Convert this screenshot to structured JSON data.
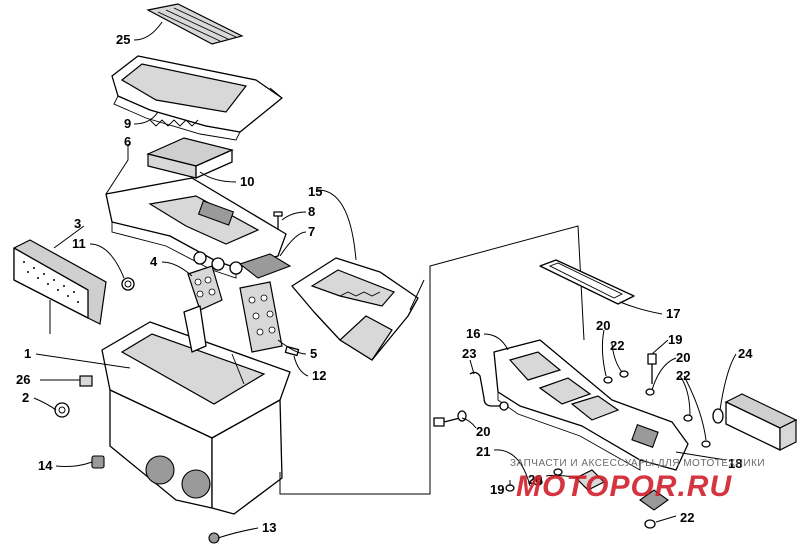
{
  "callouts": {
    "c25": "25",
    "c9": "9",
    "c6": "6",
    "c10": "10",
    "c15": "15",
    "c8": "8",
    "c7": "7",
    "c3": "3",
    "c11": "11",
    "c4": "4",
    "c5": "5",
    "c12": "12",
    "c1": "1",
    "c26": "26",
    "c2": "2",
    "c14": "14",
    "c13": "13",
    "c17": "17",
    "c16": "16",
    "c23": "23",
    "c20a": "20",
    "c22a": "22",
    "c19a": "19",
    "c20b": "20",
    "c24": "24",
    "c22b": "22",
    "c20c": "20",
    "c21": "21",
    "c18": "18",
    "c19b": "19",
    "c20d": "20",
    "c22c": "22"
  },
  "watermark": {
    "caption": "ЗАПЧАСТИ И АКСЕССУАРЫ ДЛЯ МОТОТЕХНИКИ",
    "logo": "MOTOPOR.RU"
  },
  "colors": {
    "line": "#000000",
    "watermark": "#d0202a",
    "background": "#ffffff"
  }
}
